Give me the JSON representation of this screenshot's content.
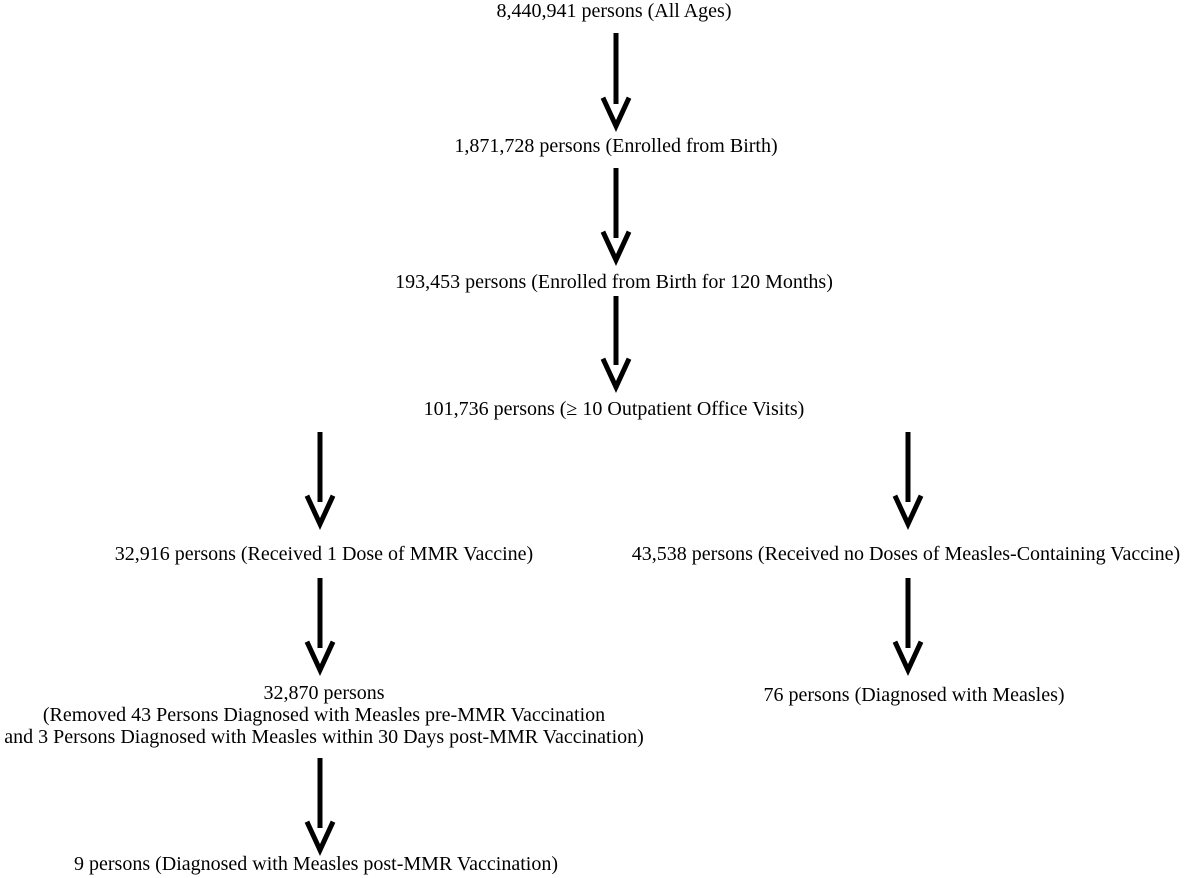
{
  "flowchart": {
    "nodes": [
      {
        "id": "all",
        "lines": [
          "8,440,941  persons (All Ages)"
        ]
      },
      {
        "id": "birth",
        "lines": [
          "1,871,728  persons (Enrolled from Birth)"
        ]
      },
      {
        "id": "birth120",
        "lines": [
          "193,453  persons (Enrolled from Birth for 120 Months)"
        ]
      },
      {
        "id": "visits",
        "lines": [
          "101,736  persons (≥ 10  Outpatient Office Visits)"
        ]
      },
      {
        "id": "mmr1",
        "lines": [
          "32,916  persons (Received 1 Dose of MMR Vaccine)"
        ]
      },
      {
        "id": "nodose",
        "lines": [
          "43,538  persons (Received no Doses of Measles-Containing Vaccine)"
        ]
      },
      {
        "id": "removed",
        "lines": [
          "32,870  persons",
          "(Removed 43 Persons Diagnosed with Measles pre-MMR Vaccination",
          "and 3 Persons Diagnosed with Measles within 30 Days post-MMR Vaccination)"
        ]
      },
      {
        "id": "measles",
        "lines": [
          "76 persons (Diagnosed with Measles)"
        ]
      },
      {
        "id": "postmmr",
        "lines": [
          "9 persons (Diagnosed with Measles post-MMR Vaccination)"
        ]
      }
    ],
    "edges": [
      {
        "from": "all",
        "to": "birth"
      },
      {
        "from": "birth",
        "to": "birth120"
      },
      {
        "from": "birth120",
        "to": "visits"
      },
      {
        "from": "visits",
        "to": "mmr1"
      },
      {
        "from": "visits",
        "to": "nodose"
      },
      {
        "from": "mmr1",
        "to": "removed"
      },
      {
        "from": "nodose",
        "to": "measles"
      },
      {
        "from": "removed",
        "to": "postmmr"
      }
    ]
  }
}
